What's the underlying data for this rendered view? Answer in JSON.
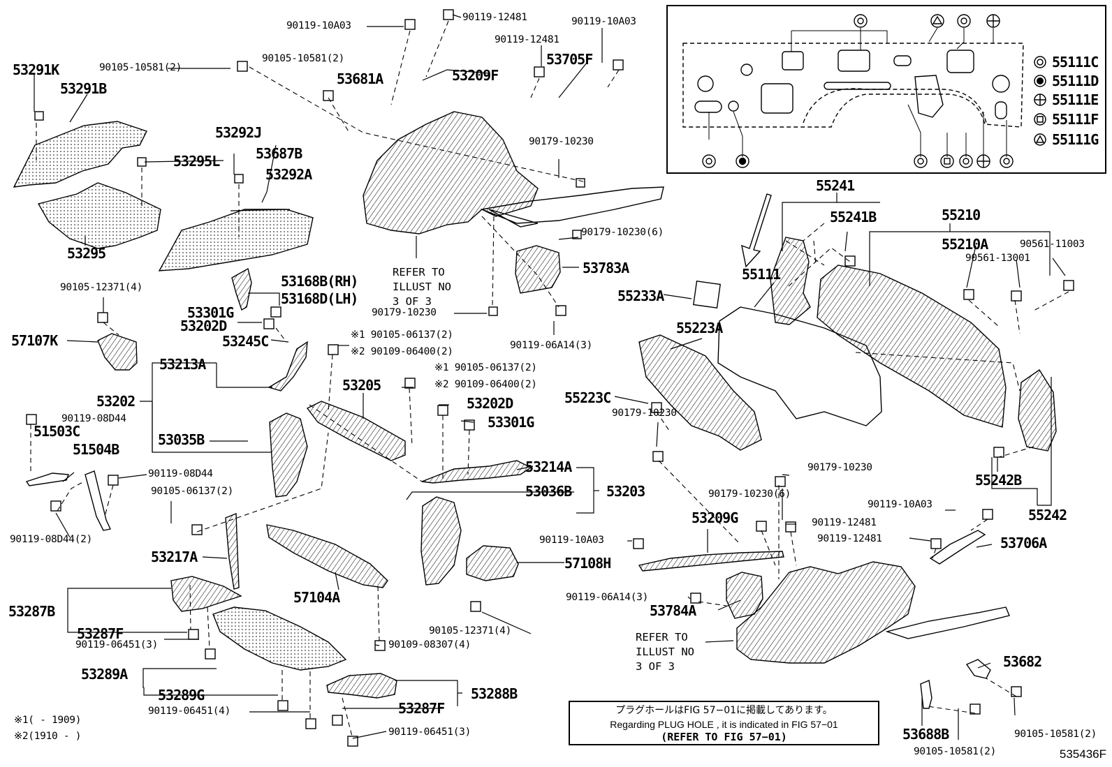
{
  "diagram_code": "535436F",
  "refer_text": [
    "REFER TO",
    "ILLUST NO",
    "3 OF 3"
  ],
  "notes": {
    "line_jp": "プラグホールはFIG 57−01に掲載してあります。",
    "line_en": "Regarding  PLUG  HOLE , it is indicated in FIG  57−01",
    "line_bold": "(REFER TO FIG 57−01)"
  },
  "footnotes": {
    "f1_mark": "※1",
    "f1_range": "(       - 1909)",
    "f2_mark": "※2",
    "f2_range": "(1910 -       )"
  },
  "legend": [
    {
      "symbol": "double-circle",
      "part": "55111C"
    },
    {
      "symbol": "filled-circle",
      "part": "55111D"
    },
    {
      "symbol": "crossed-circle",
      "part": "55111E"
    },
    {
      "symbol": "circled-square",
      "part": "55111F"
    },
    {
      "symbol": "circled-triangle",
      "part": "55111G"
    }
  ],
  "parts": {
    "p53291K": "53291K",
    "p53291B": "53291B",
    "p90105_10581_2_a": "90105-10581(2)",
    "p90119_10A03_a": "90119-10A03",
    "p90119_12481_a": "90119-12481",
    "p90119_10A03_b": "90119-10A03",
    "p90119_12481_b": "90119-12481",
    "p90105_10581_2_b": "90105-10581(2)",
    "p53705F": "53705F",
    "p53681A": "53681A",
    "p53209F": "53209F",
    "p53292J": "53292J",
    "p53295L": "53295L",
    "p53687B": "53687B",
    "p53292A": "53292A",
    "p90179_10230_a": "90179-10230",
    "p53295": "53295",
    "p90105_12371_4_a": "90105-12371(4)",
    "p53168B": "53168B(RH)",
    "p53168D": "53168D(LH)",
    "p53301G_a": "53301G",
    "p53202D_a": "53202D",
    "p57107K": "57107K",
    "p90179_10230_6_a": "90179-10230(6)",
    "p53783A": "53783A",
    "p90179_10230_b": "90179-10230",
    "p90119_06A14_3_a": "90119-06A14(3)",
    "p53245C": "53245C",
    "p53213A": "53213A",
    "p_s1_90105_06137_2_a": "※1 90105-06137(2)",
    "p_s2_90109_06400_2_a": "※2 90109-06400(2)",
    "p_s1_90105_06137_2_b": "※1 90105-06137(2)",
    "p_s2_90109_06400_2_b": "※2 90109-06400(2)",
    "p53202": "53202",
    "p53205": "53205",
    "p53202D_b": "53202D",
    "p90119_08D44_a": "90119-08D44",
    "p51503C": "51503C",
    "p51504B": "51504B",
    "p53035B": "53035B",
    "p53301G_b": "53301G",
    "p90119_08D44_b": "90119-08D44",
    "p90105_06137_2": "90105-06137(2)",
    "p53214A": "53214A",
    "p53036B": "53036B",
    "p53203": "53203",
    "p90119_08D44_2": "90119-08D44(2)",
    "p53217A": "53217A",
    "p57108H": "57108H",
    "p53287B": "53287B",
    "p57104A": "57104A",
    "p90105_12371_4_b": "90105-12371(4)",
    "p53287F_a": "53287F",
    "p90119_06451_3_a": "90119-06451(3)",
    "p90109_08307_4": "90109-08307(4)",
    "p53289A": "53289A",
    "p53288B": "53288B",
    "p53289G": "53289G",
    "p90119_06451_4": "90119-06451(4)",
    "p53287F_b": "53287F",
    "p90119_06451_3_b": "90119-06451(3)",
    "p55241": "55241",
    "p55241B": "55241B",
    "p55210": "55210",
    "p55210A": "55210A",
    "p90561_11003": "90561-11003",
    "p90561_13001": "90561-13001",
    "p55111": "55111",
    "p55233A": "55233A",
    "p55223A": "55223A",
    "p55223C": "55223C",
    "p90179_10230_c": "90179-10230",
    "p90179_10230_d": "90179-10230",
    "p55242B": "55242B",
    "p55242": "55242",
    "p90179_10230_6_b": "90179-10230(6)",
    "p90119_10A03_c": "90119-10A03",
    "p53209G": "53209G",
    "p90119_12481_c": "90119-12481",
    "p90119_12481_d": "90119-12481",
    "p90119_10A03_d": "90119-10A03",
    "p53706A": "53706A",
    "p90119_06A14_3_b": "90119-06A14(3)",
    "p53784A": "53784A",
    "p53682": "53682",
    "p53688B": "53688B",
    "p90105_10581_2_c": "90105-10581(2)",
    "p90105_10581_2_d": "90105-10581(2)"
  }
}
